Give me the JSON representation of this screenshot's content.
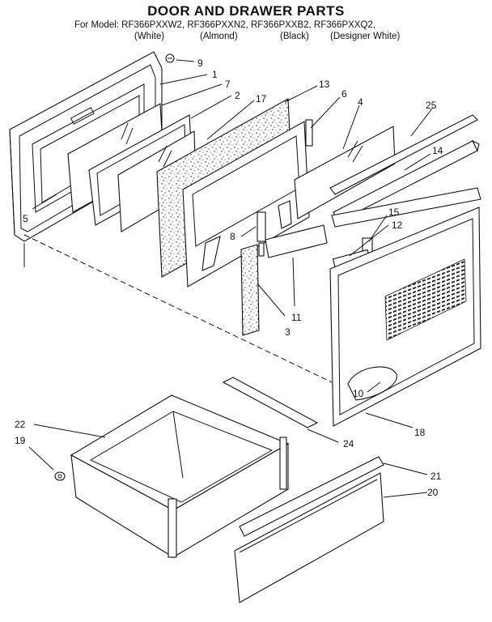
{
  "header": {
    "title": "DOOR AND DRAWER PARTS",
    "models_line": "For Model: RF366PXXW2, RF366PXXN2, RF366PXXB2, RF366PXXQ2,",
    "finishes": [
      "(White)",
      "(Almond)",
      "(Black)",
      "(Designer White)"
    ]
  },
  "callouts": [
    "9",
    "1",
    "7",
    "2",
    "17",
    "13",
    "6",
    "4",
    "25",
    "14",
    "5",
    "15",
    "12",
    "8",
    "11",
    "3",
    "10",
    "18",
    "22",
    "24",
    "19",
    "21",
    "20"
  ]
}
